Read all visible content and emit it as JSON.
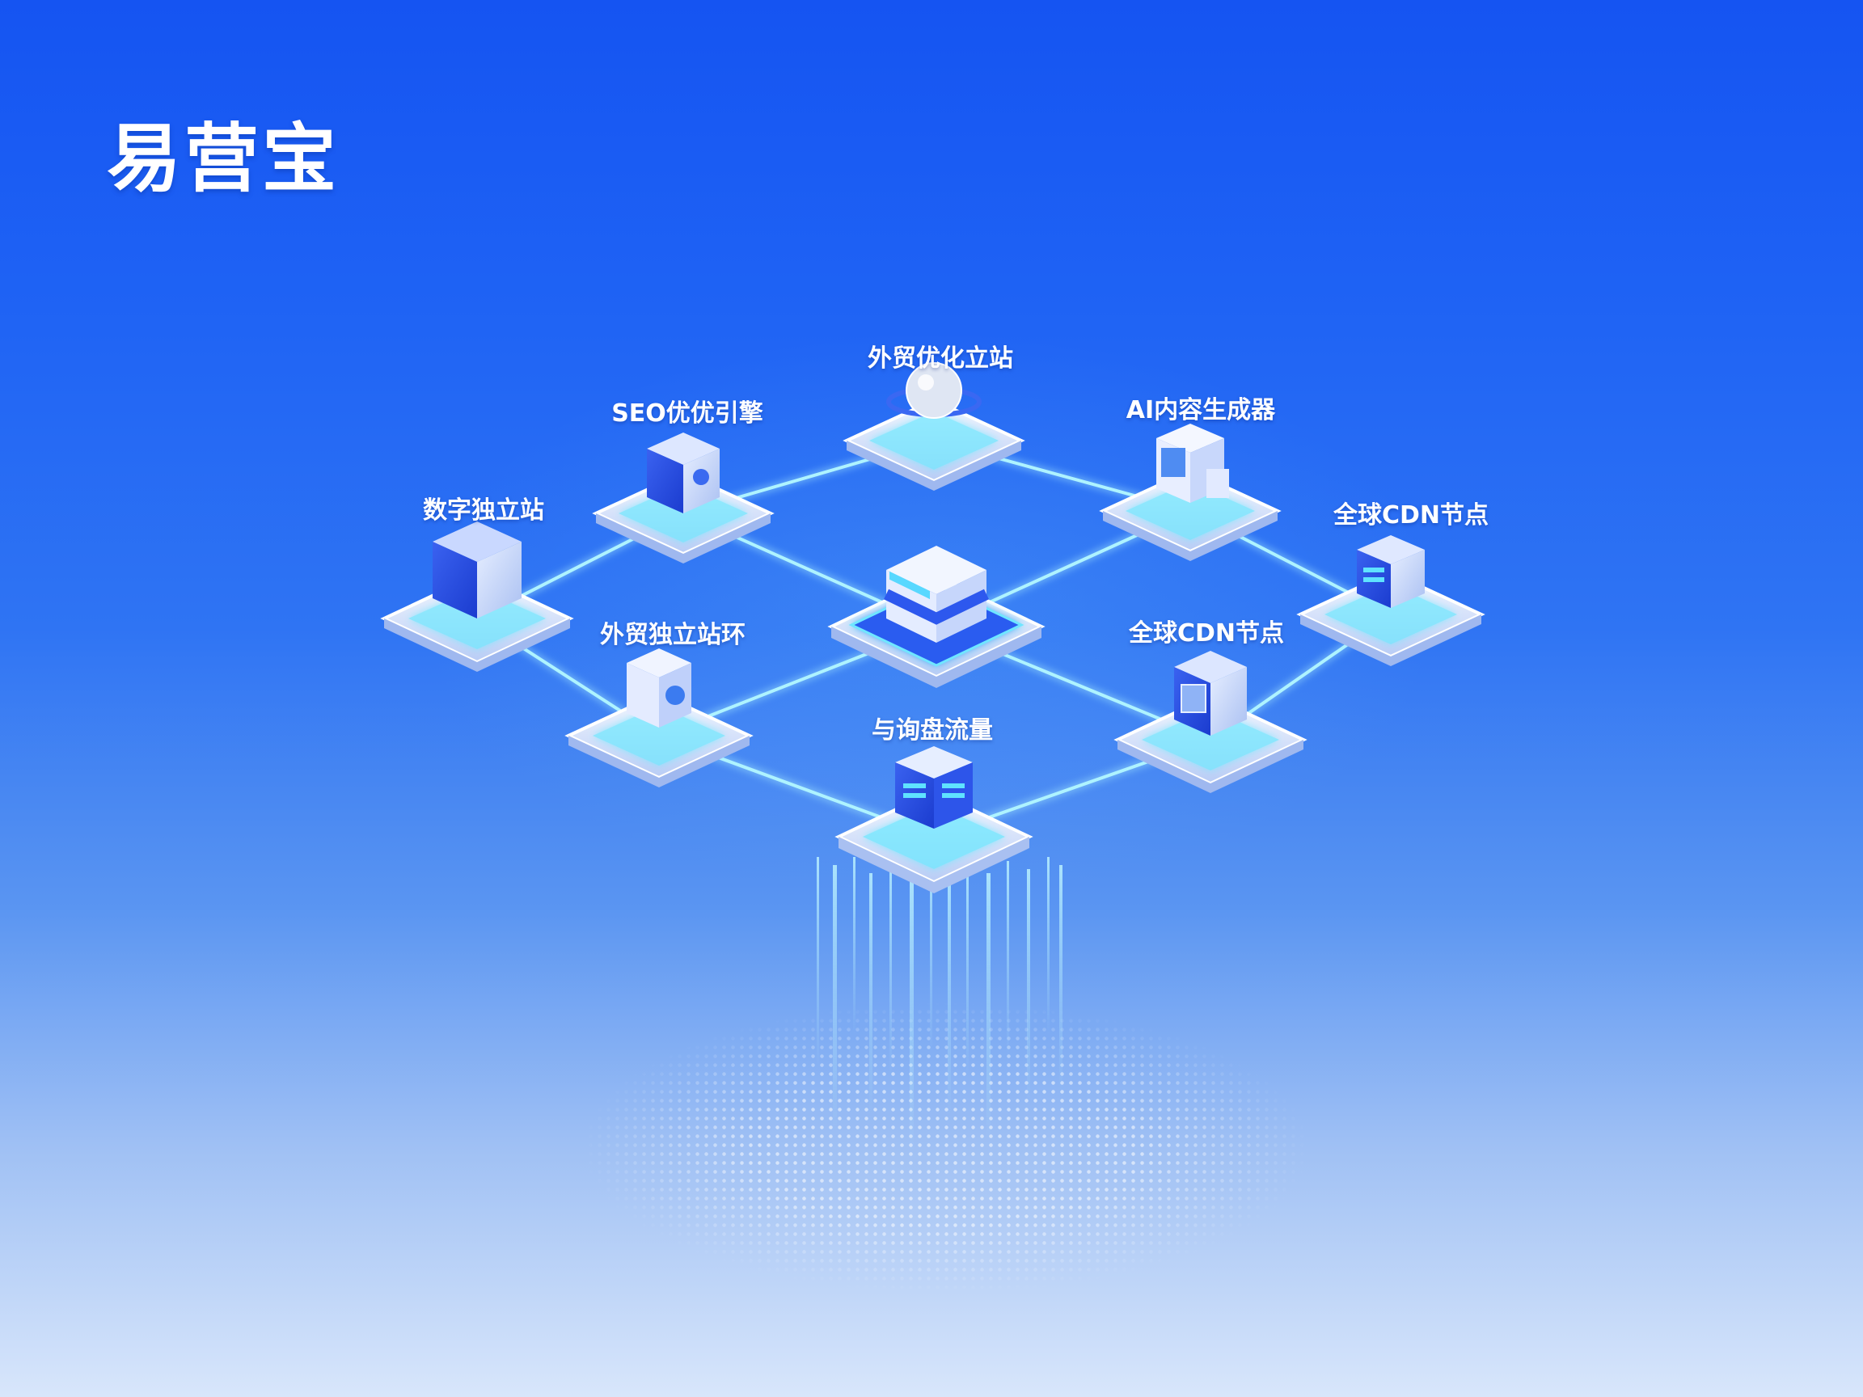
{
  "brand": {
    "title": "易营宝"
  },
  "theme": {
    "bg_top": "#1554f2",
    "bg_bottom": "#d8e6fb",
    "glow": "#5fe3ff",
    "platform": "#e8f0ff",
    "cube_blue": "#2548e6"
  },
  "diagram": {
    "type": "isometric-network",
    "center_node": {
      "id": "hub",
      "label": ""
    },
    "nodes": [
      {
        "id": "top",
        "label": "外贸优化立站",
        "icon": "globe-sphere-icon"
      },
      {
        "id": "seo",
        "label": "SEO优优引擎",
        "icon": "seo-engine-cube-icon"
      },
      {
        "id": "ai",
        "label": "AI内容生成器",
        "icon": "ai-generator-machine-icon"
      },
      {
        "id": "digital",
        "label": "数字独立站",
        "icon": "digital-site-cube-icon"
      },
      {
        "id": "cdn-right",
        "label": "全球CDN节点",
        "icon": "cdn-server-icon"
      },
      {
        "id": "loop",
        "label": "外贸独立站环",
        "icon": "loop-box-icon"
      },
      {
        "id": "cdn-mid",
        "label": "全球CDN节点",
        "icon": "cdn-display-icon"
      },
      {
        "id": "bottom",
        "label": "与询盘流量",
        "icon": "traffic-terminal-icon"
      }
    ],
    "edges": [
      [
        "digital",
        "seo"
      ],
      [
        "seo",
        "top"
      ],
      [
        "top",
        "ai"
      ],
      [
        "ai",
        "cdn-right"
      ],
      [
        "digital",
        "loop"
      ],
      [
        "loop",
        "bottom"
      ],
      [
        "bottom",
        "cdn-mid"
      ],
      [
        "cdn-mid",
        "cdn-right"
      ],
      [
        "seo",
        "hub"
      ],
      [
        "hub",
        "cdn-mid"
      ],
      [
        "loop",
        "hub"
      ],
      [
        "hub",
        "ai"
      ]
    ]
  }
}
